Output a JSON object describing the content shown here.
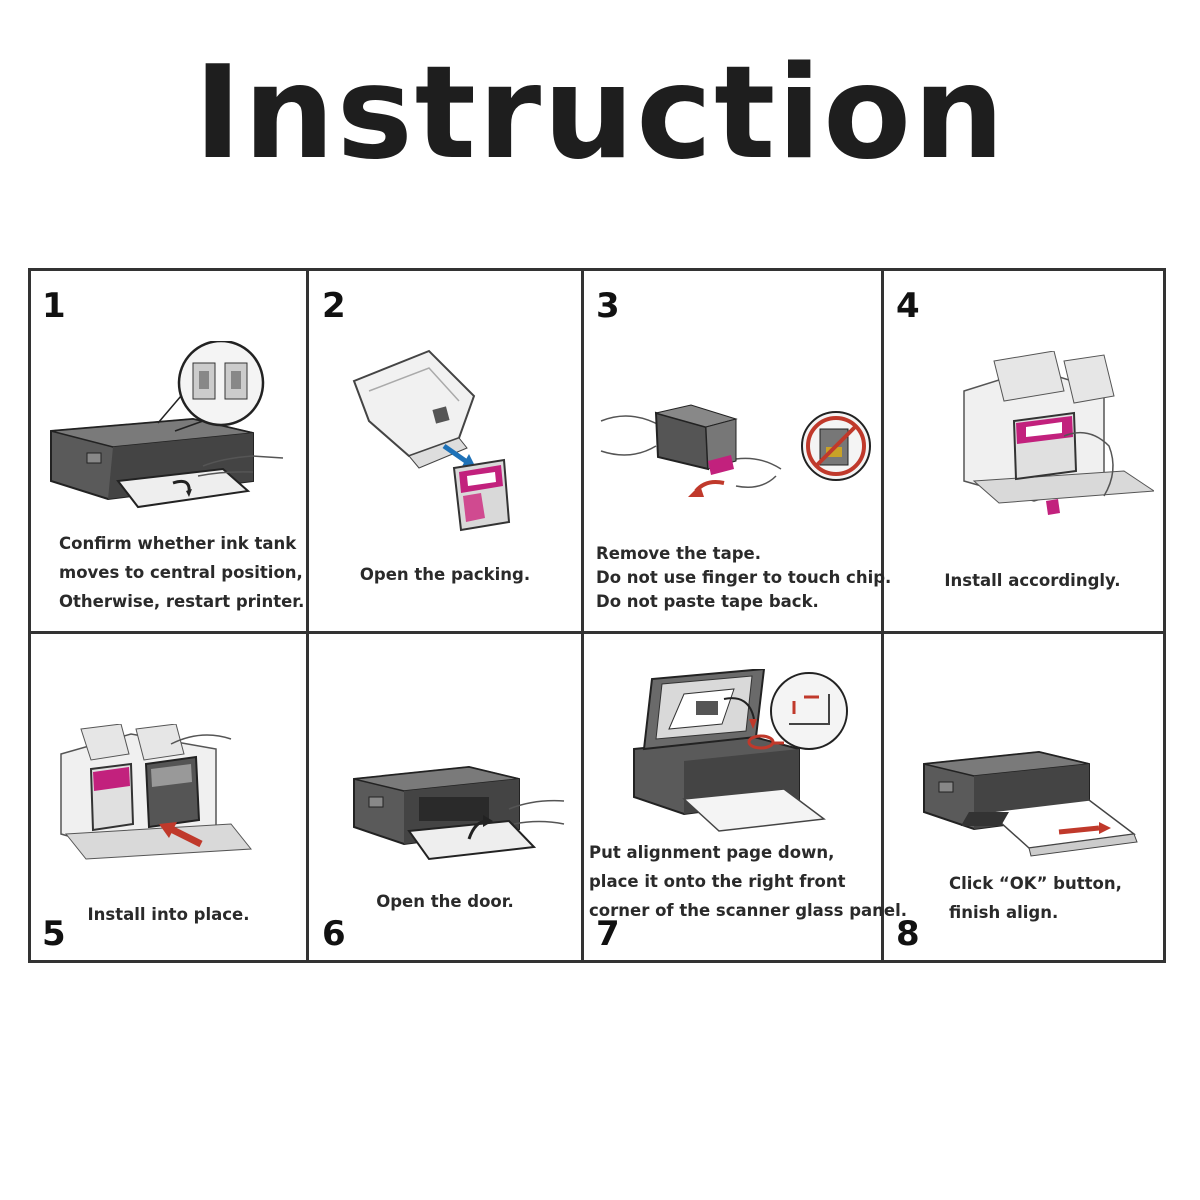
{
  "title": "Instruction",
  "colors": {
    "magenta": "#c2217d",
    "arrow_red": "#c0392b",
    "arrow_blue": "#1e72b8",
    "grid": "#333333"
  },
  "steps": [
    {
      "number": "1",
      "lines": [
        "Confirm whether ink tank",
        "moves to central position,",
        "Otherwise, restart printer."
      ],
      "illustration": "printer-open-icon"
    },
    {
      "number": "2",
      "lines": [
        "Open the packing."
      ],
      "illustration": "cartridge-package-icon"
    },
    {
      "number": "3",
      "lines": [
        "Remove the tape.",
        "Do not use finger to touch chip.",
        "Do not paste tape back."
      ],
      "illustration": "remove-tape-icon"
    },
    {
      "number": "4",
      "lines": [
        "Install accordingly."
      ],
      "illustration": "install-cartridge-icon"
    },
    {
      "number": "5",
      "lines": [
        "Install into place."
      ],
      "illustration": "cartridge-in-place-icon"
    },
    {
      "number": "6",
      "lines": [
        "Open the door."
      ],
      "illustration": "printer-door-icon"
    },
    {
      "number": "7",
      "lines": [
        "Put alignment page down,",
        "place it onto the right front",
        "corner of the scanner glass panel."
      ],
      "illustration": "scanner-alignment-icon"
    },
    {
      "number": "8",
      "lines": [
        "Click “OK” button,",
        "finish align."
      ],
      "illustration": "printer-output-icon"
    }
  ]
}
